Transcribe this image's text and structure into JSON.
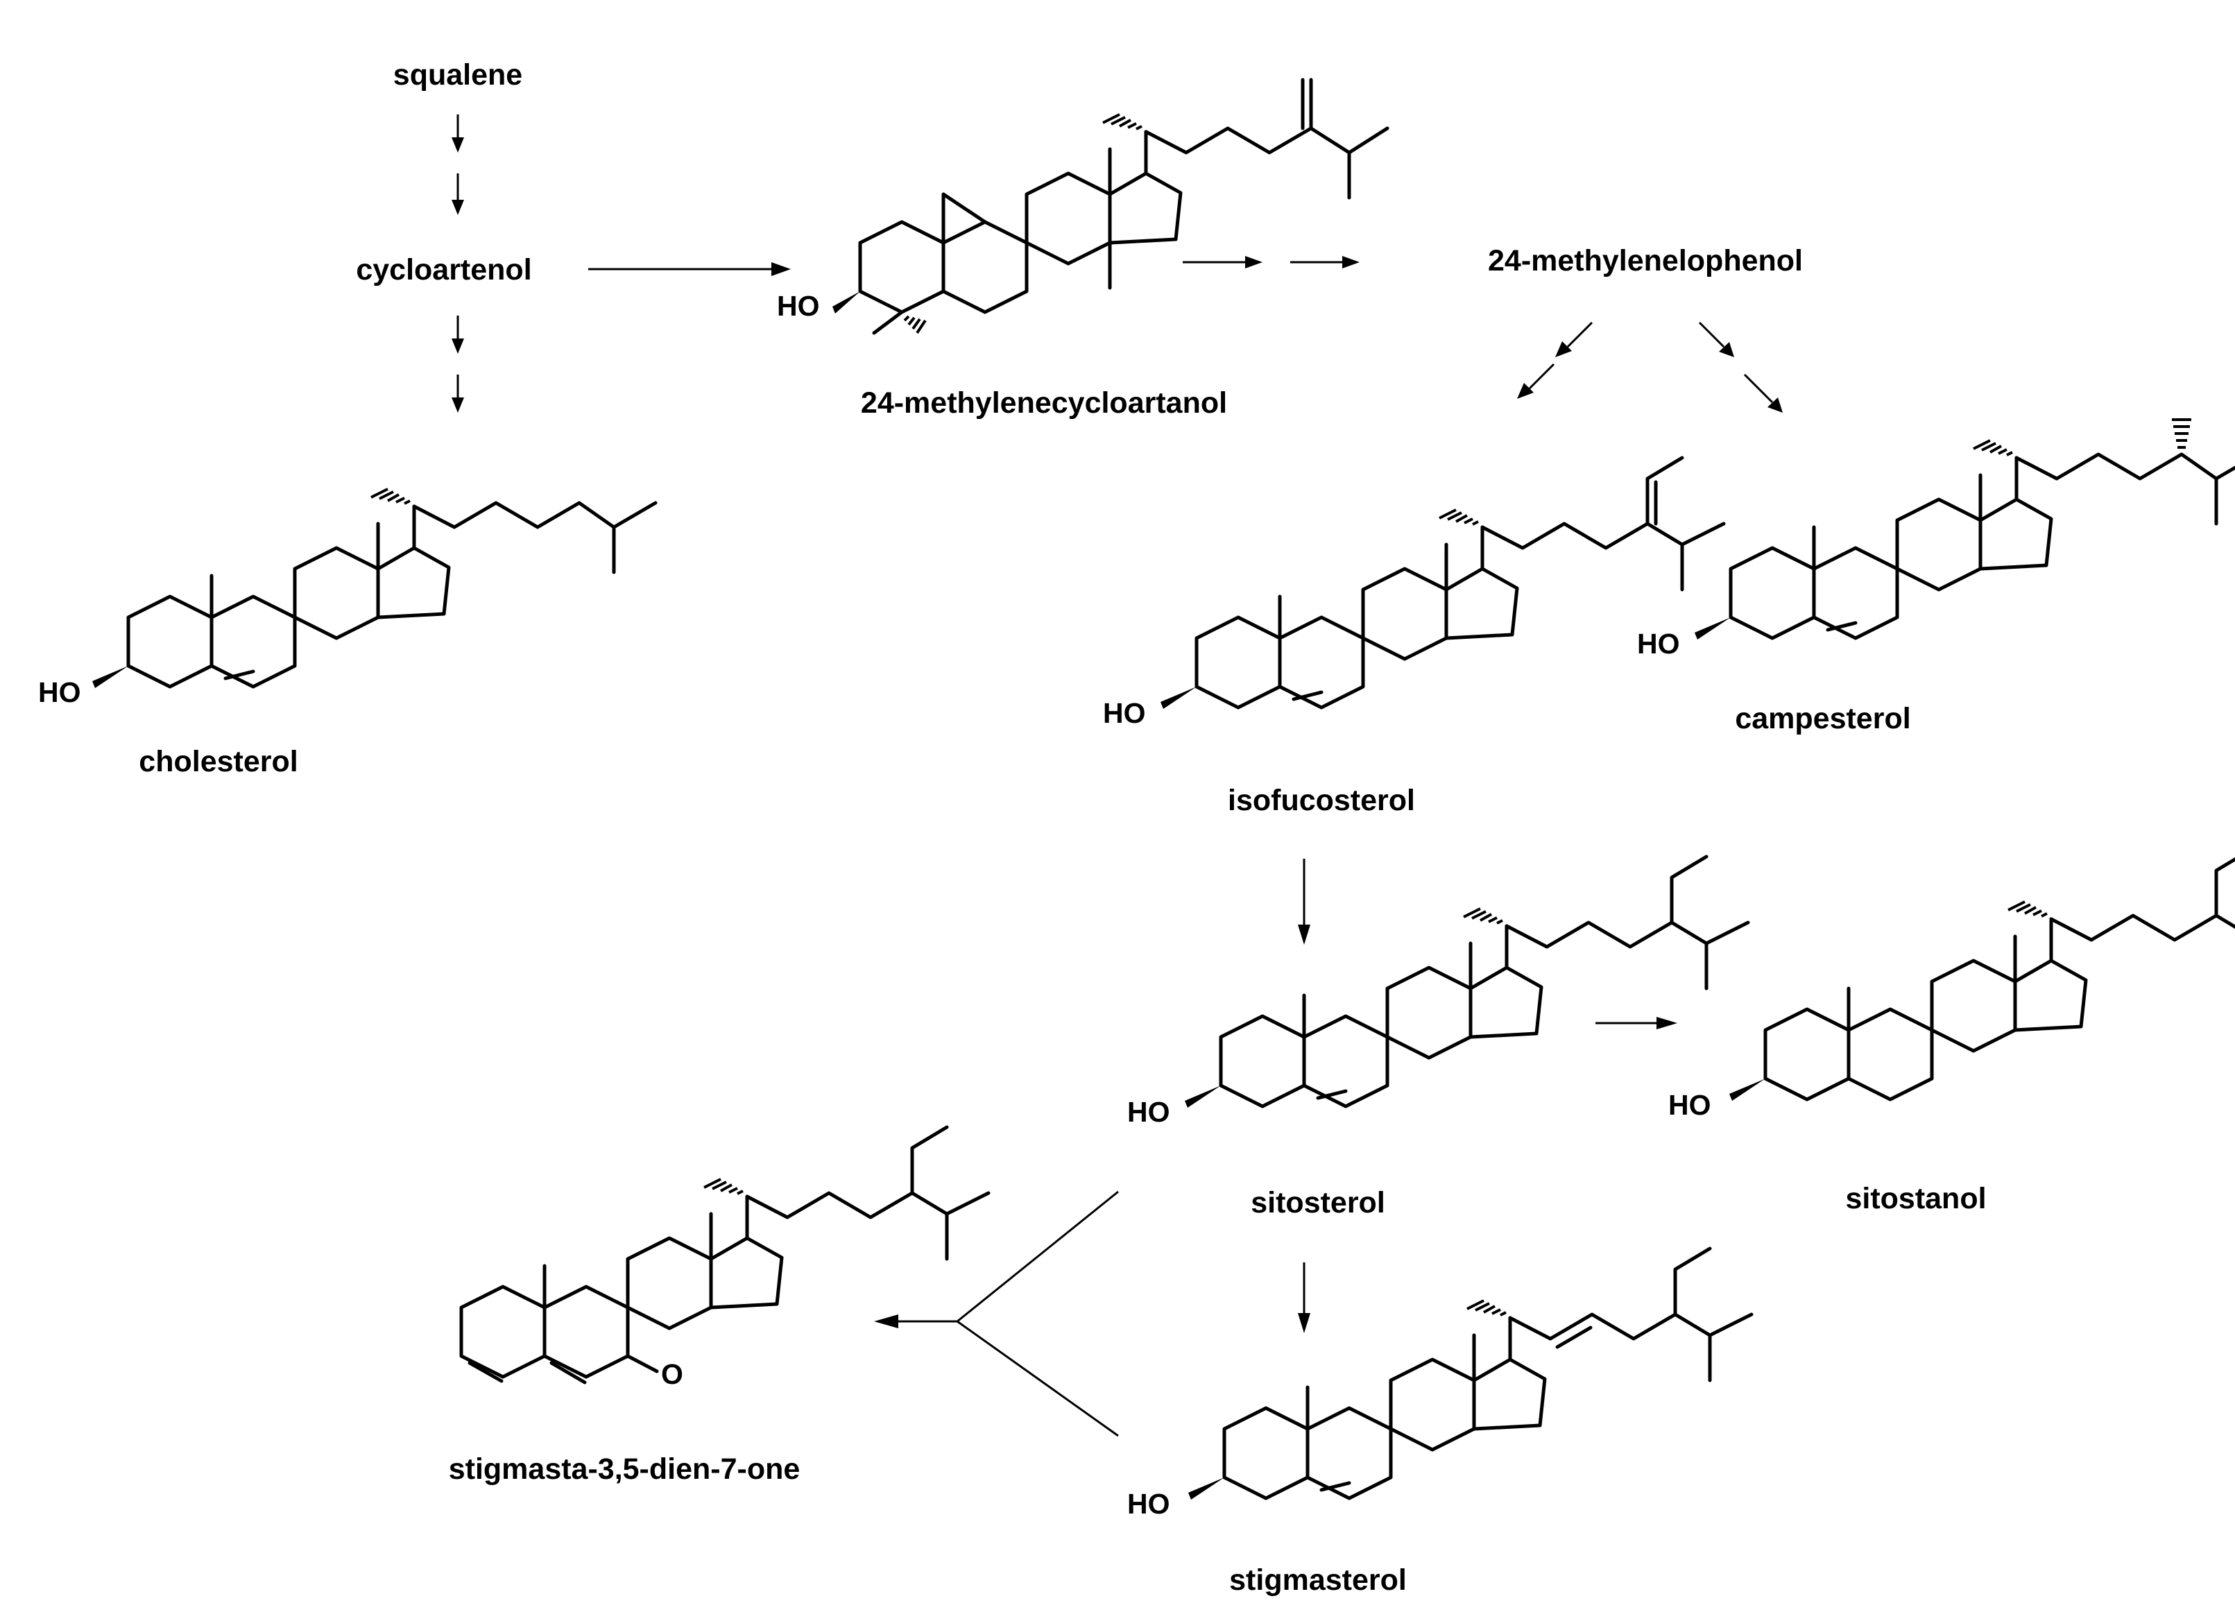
{
  "labels": {
    "squalene": "squalene",
    "cycloartenol": "cycloartenol",
    "methylenecycloartanol": "24-methylenecycloartanol",
    "methylenelophenol": "24-methylenelophenol",
    "cholesterol": "cholesterol",
    "isofucosterol": "isofucosterol",
    "campesterol": "campesterol",
    "sitosterol": "sitosterol",
    "sitostanol": "sitostanol",
    "stigmasterol": "stigmasterol",
    "stigmastadienone": "stigmasta-3,5-dien-7-one"
  },
  "atoms": {
    "hydroxyl": "HO",
    "oxygen": "O"
  }
}
